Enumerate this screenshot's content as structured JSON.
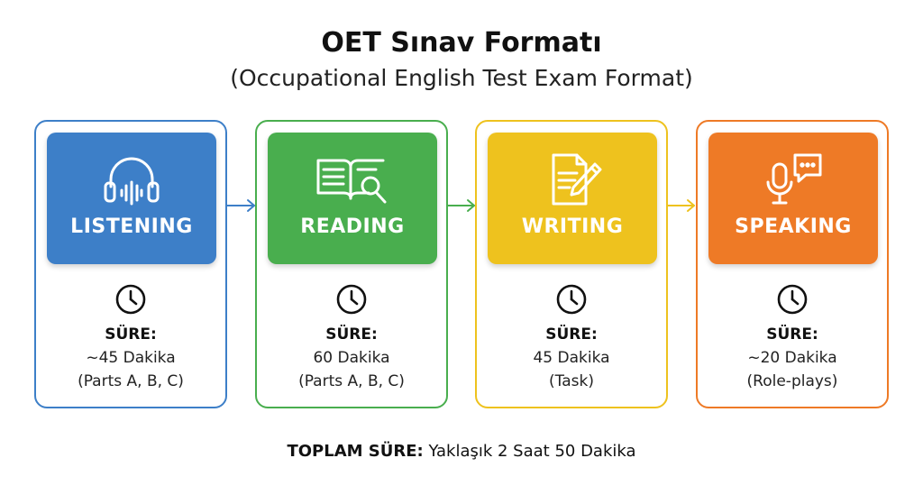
{
  "title": "OET Sınav Formatı",
  "subtitle": "(Occupational English Test Exam Format)",
  "colors": {
    "listening": "#3D7FC8",
    "reading": "#49AE4E",
    "writing": "#EEC21E",
    "speaking": "#EE7A26"
  },
  "sections": [
    {
      "label": "LISTENING",
      "icon": "headphones-icon",
      "duration_label": "SÜRE:",
      "duration": "~45 Dakika",
      "detail": "(Parts A, B, C)"
    },
    {
      "label": "READING",
      "icon": "book-magnifier-icon",
      "duration_label": "SÜRE:",
      "duration": "60 Dakika",
      "detail": "(Parts A, B, C)"
    },
    {
      "label": "WRITING",
      "icon": "document-pencil-icon",
      "duration_label": "SÜRE:",
      "duration": "45 Dakika",
      "detail": "(Task)"
    },
    {
      "label": "SPEAKING",
      "icon": "microphone-speech-icon",
      "duration_label": "SÜRE:",
      "duration": "~20 Dakika",
      "detail": "(Role-plays)"
    }
  ],
  "total": {
    "label": "TOPLAM SÜRE:",
    "value": "Yaklaşık 2 Saat 50 Dakika"
  }
}
